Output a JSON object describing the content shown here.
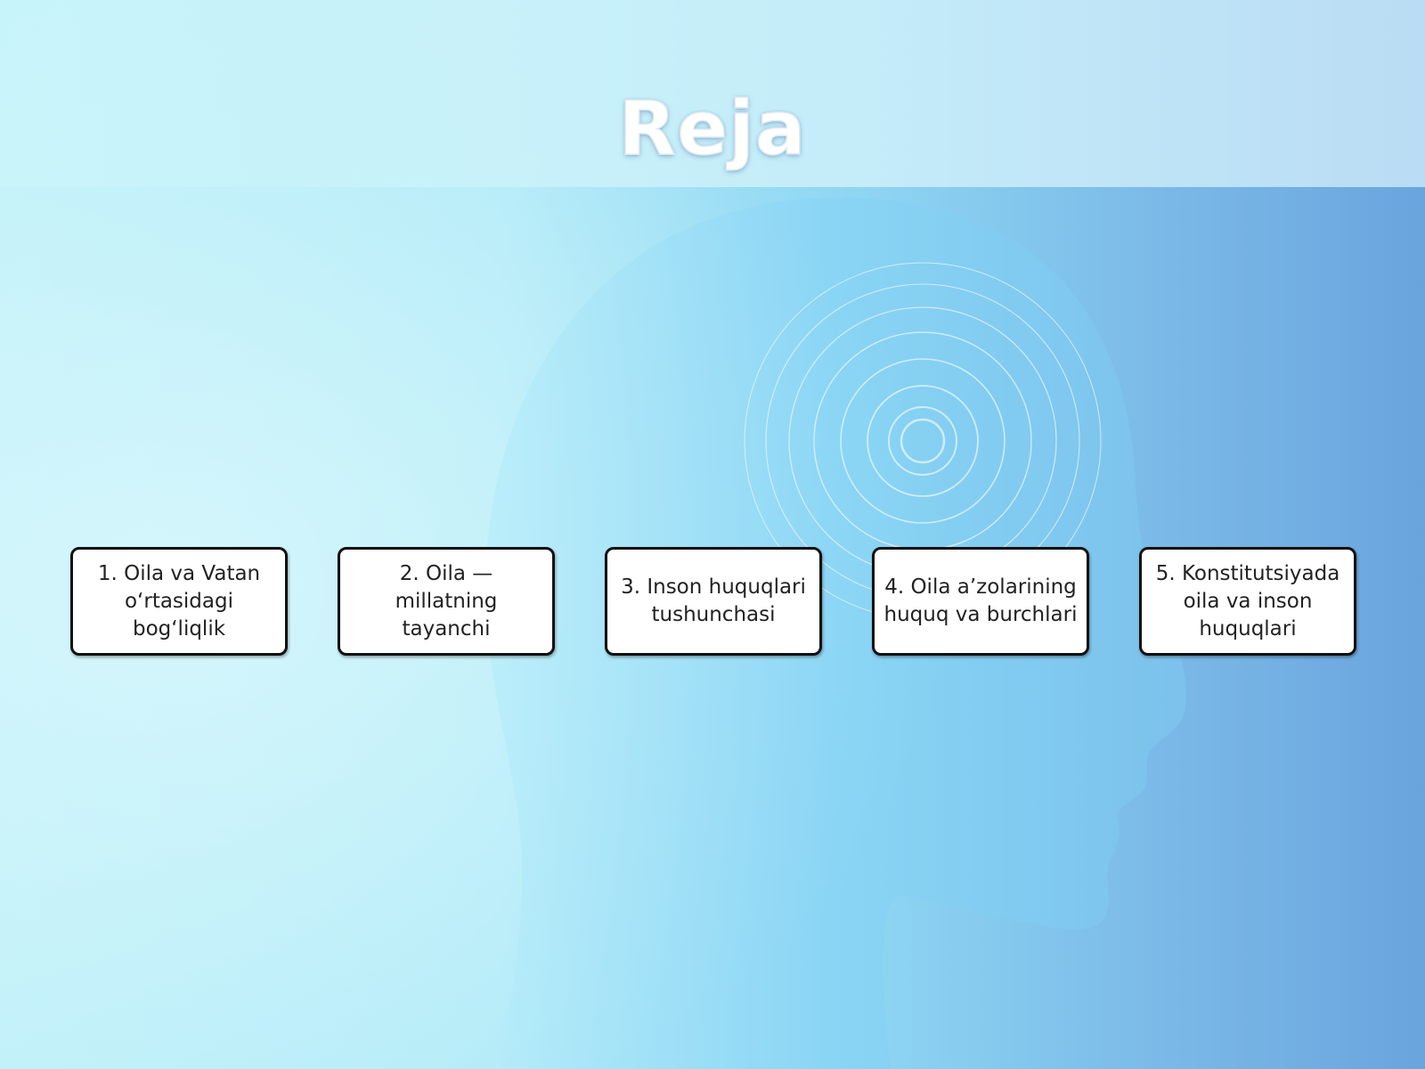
{
  "slide": {
    "title": "Reja",
    "items": [
      {
        "label": "1. Oila va Vatan o‘rtasidagi bog‘liqlik"
      },
      {
        "label": "2. Oila — millatning tayanchi"
      },
      {
        "label": "3. Inson huquqlari tushunchasi"
      },
      {
        "label": "4. Oila a’zolarining huquq va burchlari"
      },
      {
        "label": "5. Konstitutsiyada oila va inson huquqlari"
      }
    ]
  },
  "colors": {
    "background_light": "#bff0f9",
    "background_dark": "#6aa4de",
    "box_border": "#111111",
    "box_fill": "#ffffff",
    "title_text": "#ffffff"
  },
  "icons": [
    "head-silhouette-graphic",
    "concentric-rings-graphic"
  ]
}
